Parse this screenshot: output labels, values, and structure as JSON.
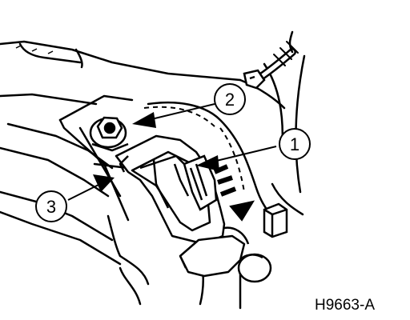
{
  "figure": {
    "id_label": "H9663-A"
  },
  "callouts": [
    {
      "label": "1"
    },
    {
      "label": "2"
    },
    {
      "label": "3"
    }
  ],
  "colors": {
    "ink": "#000000",
    "paper": "#ffffff"
  }
}
